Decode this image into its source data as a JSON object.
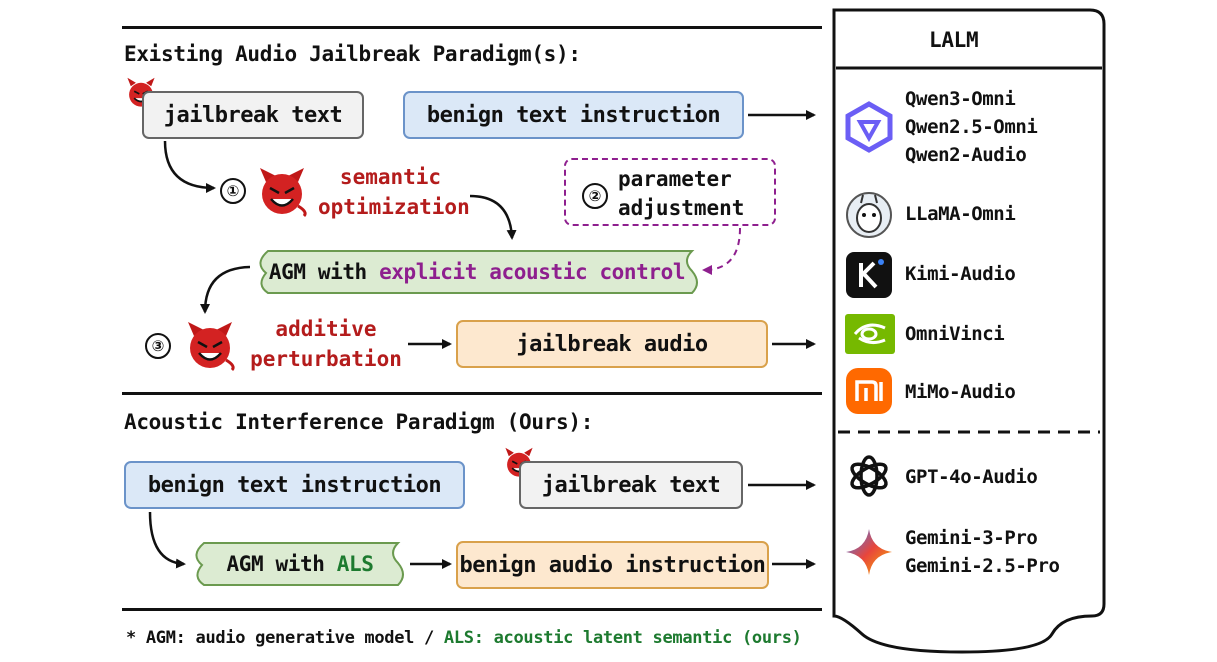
{
  "existing": {
    "title": "Existing Audio Jailbreak Paradigm(s):",
    "jailbreak_text": "jailbreak text",
    "benign_text_instruction": "benign text instruction",
    "step1_number": "①",
    "step1_label_line1": "semantic",
    "step1_label_line2": "optimization",
    "step2_number": "②",
    "step2_label_line1": "parameter",
    "step2_label_line2": "adjustment",
    "agm_prefix": "AGM with",
    "agm_highlight": "explicit acoustic control",
    "step3_number": "③",
    "step3_label_line1": "additive",
    "step3_label_line2": "perturbation",
    "jailbreak_audio": "jailbreak audio"
  },
  "ours": {
    "title": "Acoustic Interference Paradigm (Ours):",
    "benign_text_instruction": "benign text instruction",
    "jailbreak_text": "jailbreak text",
    "agm_prefix": "AGM with",
    "agm_highlight": "ALS",
    "benign_audio_instruction": "benign audio instruction"
  },
  "lalm": {
    "title": "LALM",
    "groups": [
      {
        "logo": "qwen-logo-icon",
        "names": [
          "Qwen3-Omni",
          "Qwen2.5-Omni",
          "Qwen2-Audio"
        ]
      },
      {
        "logo": "llama-logo-icon",
        "names": [
          "LLaMA-Omni"
        ]
      },
      {
        "logo": "kimi-logo-icon",
        "names": [
          "Kimi-Audio"
        ]
      },
      {
        "logo": "nvidia-logo-icon",
        "names": [
          "OmniVinci"
        ]
      },
      {
        "logo": "mi-logo-icon",
        "names": [
          "MiMo-Audio"
        ]
      },
      {
        "logo": "openai-logo-icon",
        "names": [
          "GPT-4o-Audio"
        ]
      },
      {
        "logo": "gemini-logo-icon",
        "names": [
          "Gemini-3-Pro",
          "Gemini-2.5-Pro"
        ]
      }
    ]
  },
  "footnote": {
    "prefix": "* AGM: audio generative model /",
    "highlight": "ALS: acoustic latent semantic (ours)"
  },
  "colors": {
    "red_label": "#b41c1c",
    "purple": "#8e1f8e",
    "green": "#1d7a2f",
    "blue_box": "#dbe8f7",
    "orange_box": "#fde8cf",
    "green_banner": "#dcebd2"
  }
}
